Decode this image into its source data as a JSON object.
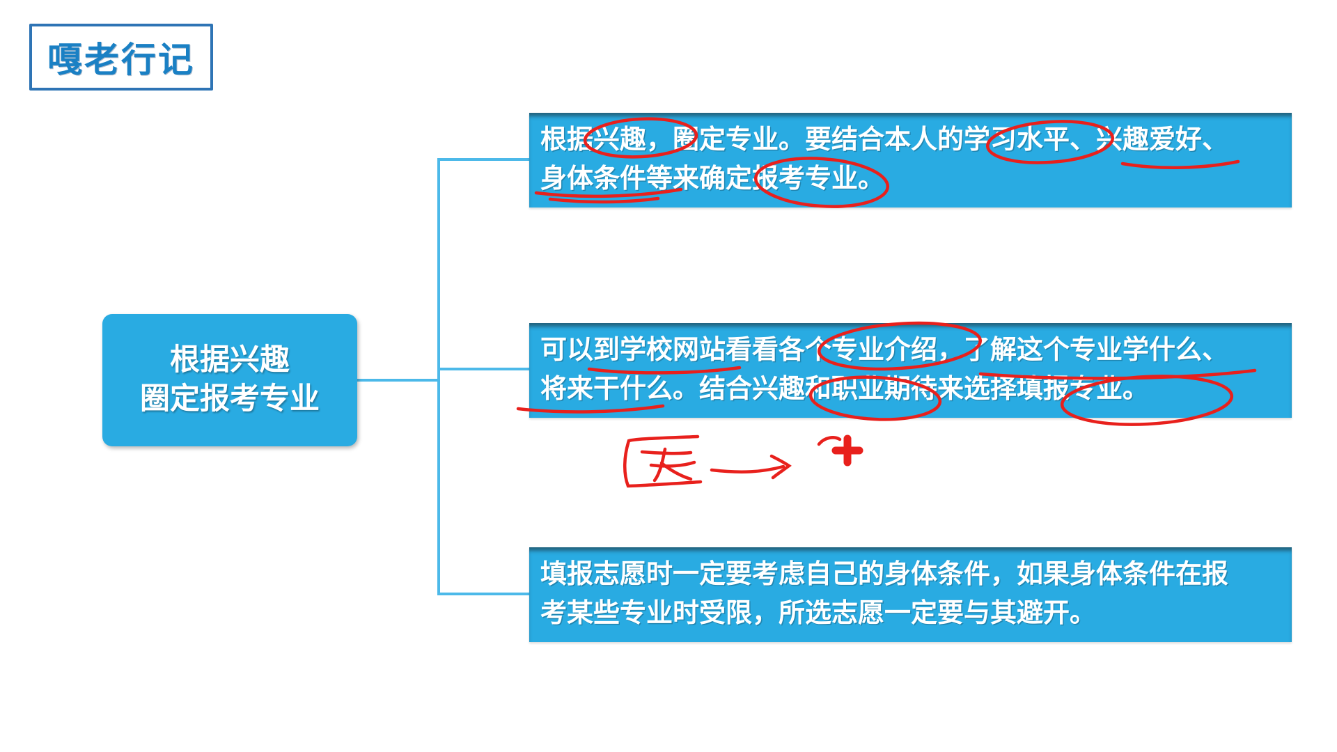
{
  "slide": {
    "background": "#ffffff",
    "logo": {
      "text": "嘎老行记"
    },
    "root_node": {
      "lines": [
        "根据兴趣",
        "圈定报考专业"
      ]
    },
    "branches": [
      {
        "lines": [
          "根据兴趣，圈定专业。要结合本人的学习水平、兴趣爱好、",
          "身体条件等来确定报考专业。"
        ]
      },
      {
        "lines": [
          "可以到学校网站看看各个专业介绍，了解这个专业学什么、",
          "将来干什么。结合兴趣和职业期待来选择填报专业。"
        ]
      },
      {
        "lines": [
          "填报志愿时一定要考虑自己的身体条件，如果身体条件在报",
          "考某些专业时受限，所选志愿一定要与其避开。"
        ]
      }
    ],
    "colors": {
      "node_fill": "#29ABE2",
      "bar_fill": "#29ABE2",
      "connector": "#4CB9E9",
      "logo_border": "#2E74B5",
      "logo_text": "#1A80C4",
      "annotation_red": "#E8201C"
    },
    "annotations": {
      "circled_terms": [
        "兴趣",
        "学习水平",
        "报考专业",
        "专业介绍",
        "职业期待",
        "填报专业"
      ],
      "underlined_terms": [
        "兴趣爱好",
        "身体条件",
        "学校网站",
        "了解这个专业学什么、",
        "将来干什么。"
      ],
      "marks": [
        "handwritten-scribble",
        "right-arrow",
        "plus-mark"
      ]
    }
  }
}
